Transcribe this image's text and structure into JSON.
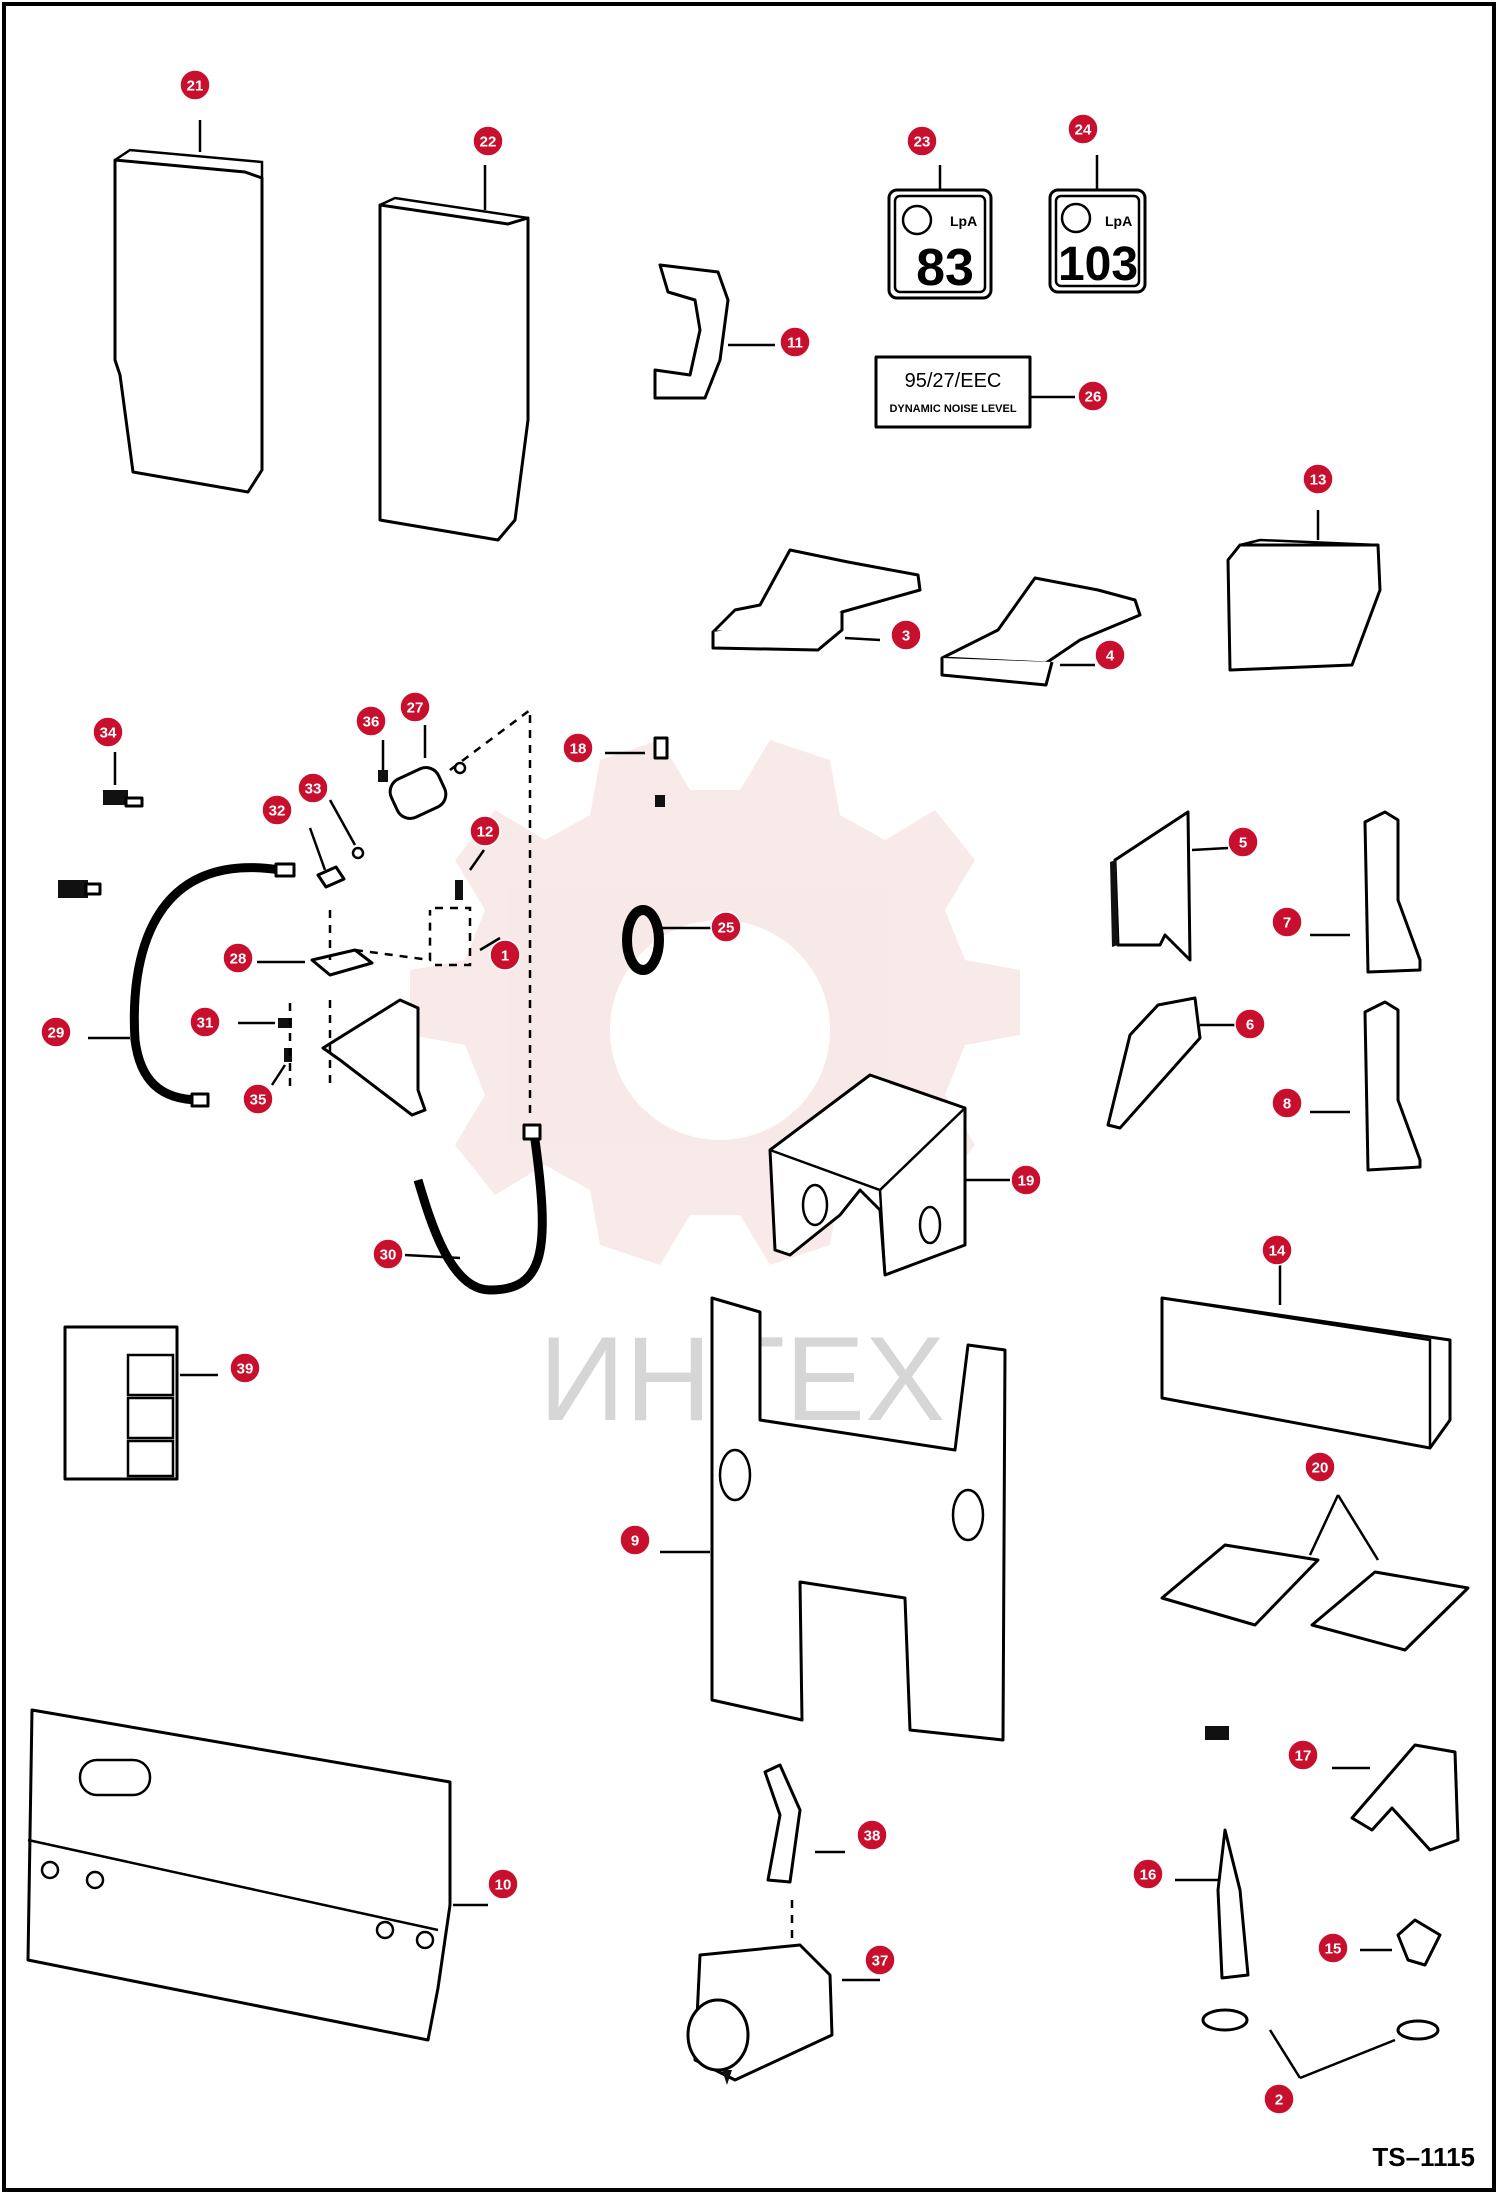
{
  "watermark": {
    "text": "ИНТЕХ",
    "color": "#f2b8b8"
  },
  "drawing_code": "TS–1115",
  "badge_color": "#c8102e",
  "decals": {
    "decal_23": {
      "value": "83",
      "unit": "LpA"
    },
    "decal_24": {
      "value": "103",
      "unit": "LpA"
    },
    "decal_26": {
      "line1": "95/27/EEC",
      "line2": "DYNAMIC NOISE LEVEL"
    }
  },
  "callouts": [
    {
      "n": "21"
    },
    {
      "n": "22"
    },
    {
      "n": "23"
    },
    {
      "n": "24"
    },
    {
      "n": "11"
    },
    {
      "n": "26"
    },
    {
      "n": "13"
    },
    {
      "n": "3"
    },
    {
      "n": "4"
    },
    {
      "n": "34"
    },
    {
      "n": "36"
    },
    {
      "n": "27"
    },
    {
      "n": "18"
    },
    {
      "n": "33"
    },
    {
      "n": "32"
    },
    {
      "n": "12"
    },
    {
      "n": "1"
    },
    {
      "n": "25"
    },
    {
      "n": "5"
    },
    {
      "n": "7"
    },
    {
      "n": "28"
    },
    {
      "n": "31"
    },
    {
      "n": "29"
    },
    {
      "n": "35"
    },
    {
      "n": "6"
    },
    {
      "n": "8"
    },
    {
      "n": "19"
    },
    {
      "n": "30"
    },
    {
      "n": "14"
    },
    {
      "n": "39"
    },
    {
      "n": "20"
    },
    {
      "n": "9"
    },
    {
      "n": "10"
    },
    {
      "n": "17"
    },
    {
      "n": "38"
    },
    {
      "n": "16"
    },
    {
      "n": "37"
    },
    {
      "n": "15"
    },
    {
      "n": "2"
    }
  ]
}
